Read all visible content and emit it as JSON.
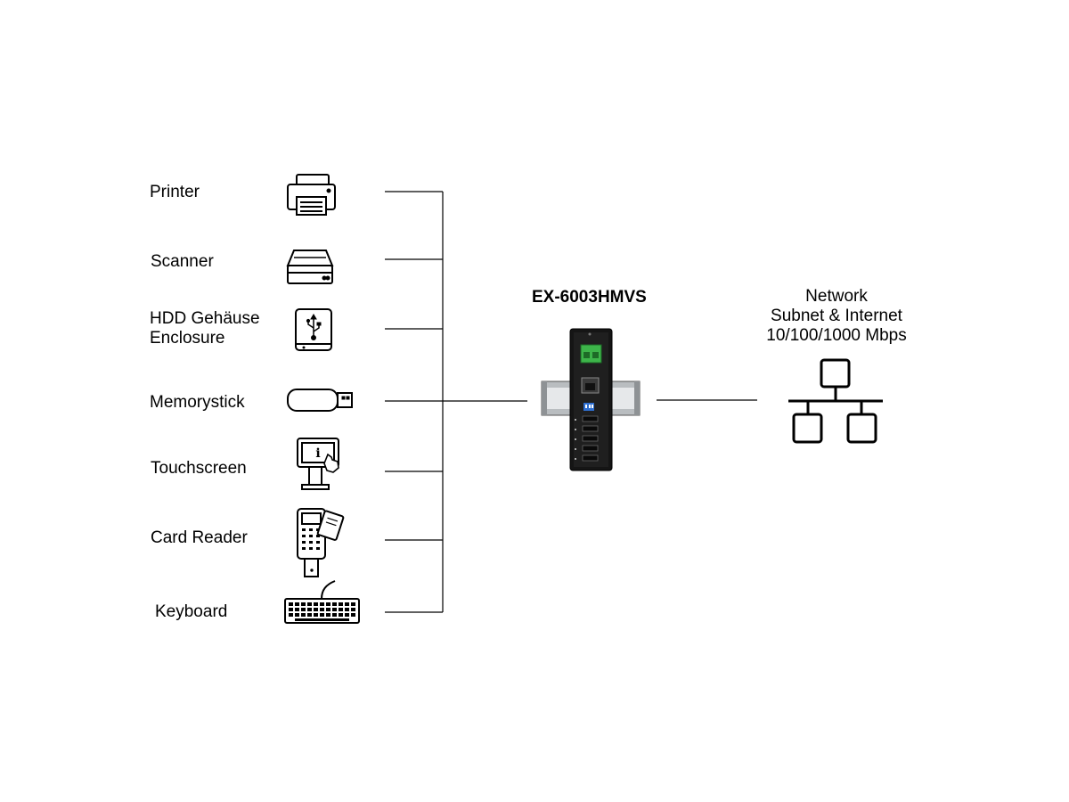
{
  "devices": [
    {
      "label": "Printer",
      "icon": "printer-icon"
    },
    {
      "label": "Scanner",
      "icon": "scanner-icon"
    },
    {
      "label_line1": "HDD Gehäuse",
      "label_line2": "Enclosure",
      "icon": "usb-hdd-icon"
    },
    {
      "label": "Memorystick",
      "icon": "usb-stick-icon"
    },
    {
      "label": "Touchscreen",
      "icon": "touchscreen-kiosk-icon"
    },
    {
      "label": "Card Reader",
      "icon": "card-reader-icon"
    },
    {
      "label": "Keyboard",
      "icon": "keyboard-icon"
    }
  ],
  "hub": {
    "model": "EX-6003HMVS"
  },
  "network": {
    "line1": "Network",
    "line2": "Subnet & Internet",
    "line3": "10/100/1000 Mbps",
    "icon": "network-topology-icon"
  },
  "colors": {
    "terminal": "#3db54a",
    "dip_switch": "#2f6fd0",
    "hub_body": "#151515",
    "din_rail": "#b9bdc0"
  }
}
